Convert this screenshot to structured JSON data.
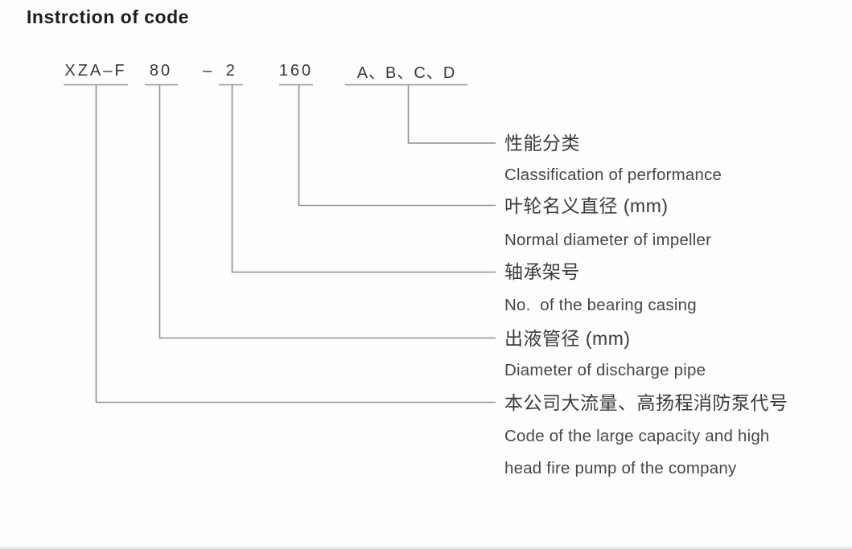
{
  "title": "Instrction of code",
  "code": {
    "full": "XZA–F 80 – 2 160 A、B、C、D",
    "segments": [
      {
        "text": "XZA–F",
        "meaning_zh": "本公司大流量、高扬程消防泵代号",
        "meaning_en": "Code of the large capacity and high head fire pump of the company"
      },
      {
        "text": "80",
        "meaning_zh": "出液管径 (mm)",
        "meaning_en": "Diameter of discharge pipe"
      },
      {
        "text": "– 2",
        "meaning_zh": "轴承架号",
        "meaning_en": "No.  of the bearing casing"
      },
      {
        "text": "160",
        "meaning_zh": "叶轮名义直径 (mm)",
        "meaning_en": "Normal diameter of impeller"
      },
      {
        "text": "A、B、C、D",
        "meaning_zh": "性能分类",
        "meaning_en": "Classification of performance"
      }
    ]
  },
  "legend": {
    "items": [
      {
        "zh": "性能分类",
        "en": "Classification of performance"
      },
      {
        "zh": "叶轮名义直径 (mm)",
        "en": "Normal diameter of impeller"
      },
      {
        "zh": "轴承架号",
        "en": "No.  of the bearing casing"
      },
      {
        "zh": "出液管径 (mm)",
        "en": "Diameter of discharge pipe"
      },
      {
        "zh": "本公司大流量、高扬程消防泵代号",
        "en": "Code of the large capacity and high",
        "en2": "head fire pump of the company"
      }
    ]
  },
  "colors": {
    "line": "#8d9193",
    "code_text": "#37383a",
    "label_text": "#3a3b3d",
    "title_text": "#1d1d1f",
    "background": "#fdfdfd",
    "bottom_bar": "#e9eced"
  }
}
